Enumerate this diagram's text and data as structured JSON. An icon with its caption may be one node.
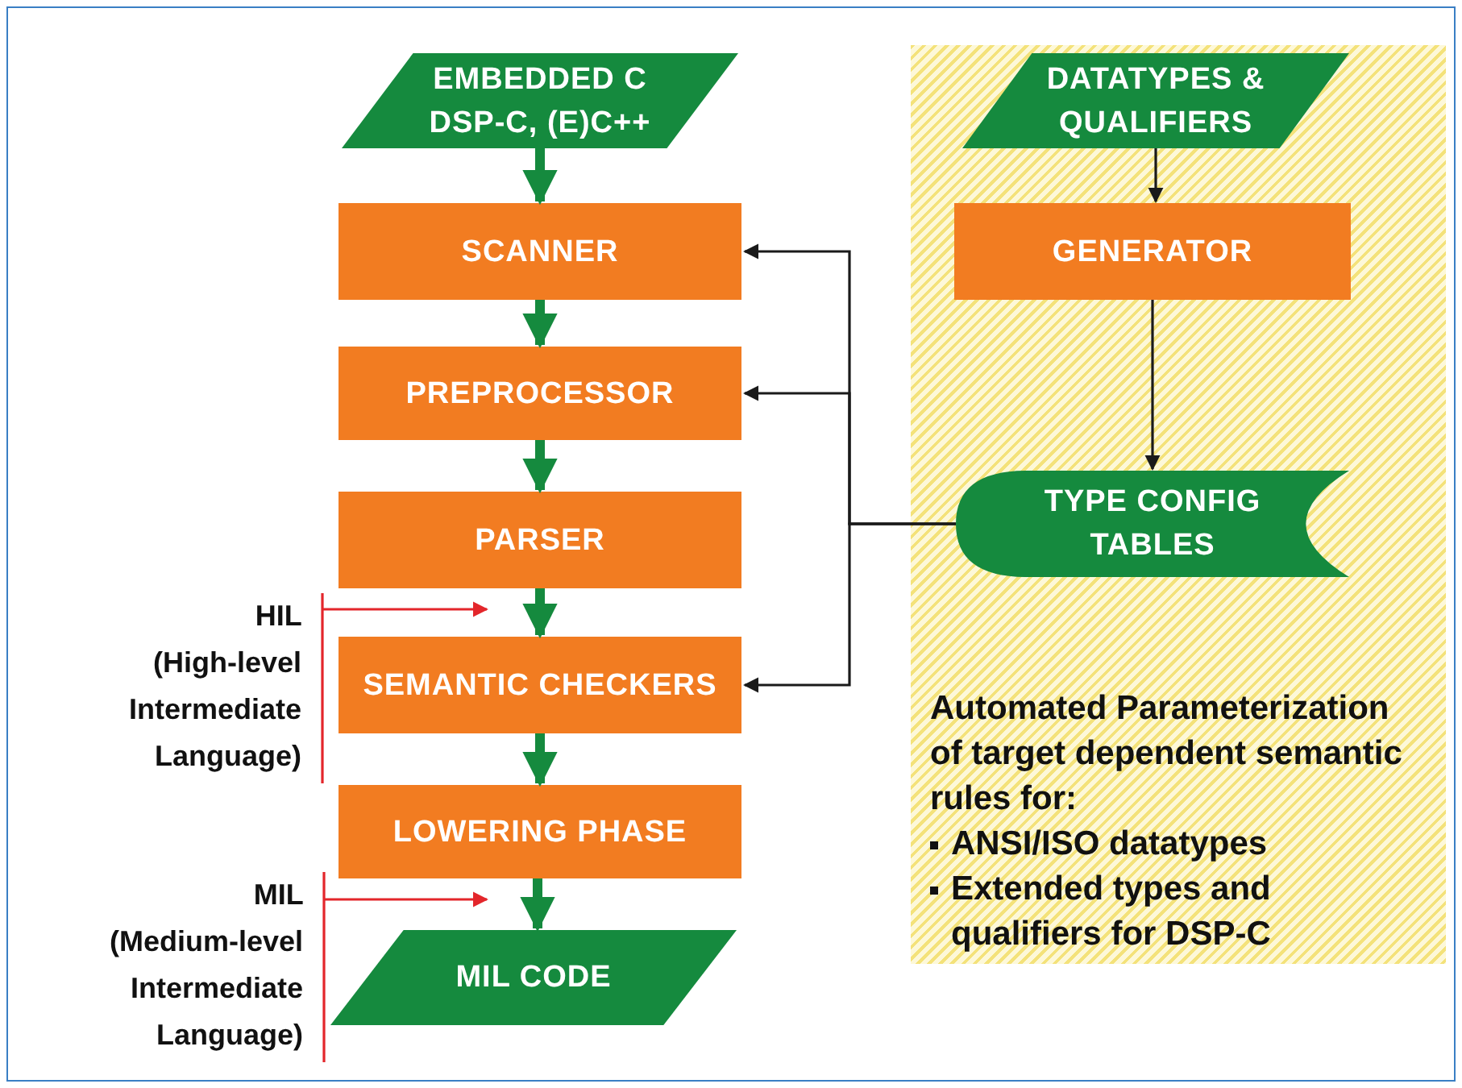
{
  "diagram": {
    "nodes": [
      {
        "text": [
          "EMBEDDED C DSP-C, (E)C++"
        ]
      },
      {
        "text": [
          "SCANNER"
        ]
      },
      {
        "text": [
          "PREPROCESSOR"
        ]
      },
      {
        "text": [
          "PARSER"
        ]
      },
      {
        "text": [
          "HIL (High-level Intermediate Language)"
        ]
      },
      {
        "text": [
          "SEMANTIC CHECKERS"
        ]
      },
      {
        "text": [
          "LOWERING PHASE"
        ]
      },
      {
        "text": [
          "MIL (Medium-level Intermediate Language)"
        ]
      },
      {
        "text": [
          "MIL CODE"
        ]
      },
      {
        "text": [
          "Automated Parameterization of target dependent semantic rules for:",
          "ANSI/ISO datatypes",
          "Extended types and qualifiers for DSP-C"
        ]
      },
      {
        "text": [
          "DATATYPES & QUALIFIERS"
        ],
        "in": 9
      },
      {
        "text": [
          "GENERATOR"
        ],
        "in": 9
      },
      {
        "text": [
          "TYPE CONFIG TABLES"
        ],
        "in": 9
      }
    ],
    "edges": [
      {
        "from": 0,
        "to": 1,
        "arrow": "to",
        "style": "thick"
      },
      {
        "from": 1,
        "to": 2,
        "arrow": "to",
        "style": "thick"
      },
      {
        "from": 2,
        "to": 3,
        "arrow": "to",
        "style": "thick"
      },
      {
        "from": 3,
        "to": 5,
        "arrow": "to",
        "style": "thick"
      },
      {
        "from": 5,
        "to": 6,
        "arrow": "to",
        "style": "thick"
      },
      {
        "from": 6,
        "to": 8,
        "arrow": "to",
        "style": "thick"
      },
      {
        "from": 10,
        "to": 11,
        "arrow": "to",
        "color": "#1a1a1a"
      },
      {
        "from": 11,
        "to": 12,
        "arrow": "to",
        "color": "#1a1a1a"
      },
      {
        "from": 12,
        "to": 1,
        "arrow": "to",
        "color": "#1a1a1a"
      },
      {
        "from": 12,
        "to": 2,
        "arrow": "to",
        "color": "#1a1a1a"
      },
      {
        "from": 12,
        "to": 5,
        "arrow": "to",
        "color": "#1a1a1a"
      },
      {
        "from": 4,
        "to": 3,
        "arrow": "to",
        "color": "#e3262b"
      },
      {
        "from": 7,
        "to": 6,
        "arrow": "to",
        "color": "#e3262b"
      }
    ]
  }
}
